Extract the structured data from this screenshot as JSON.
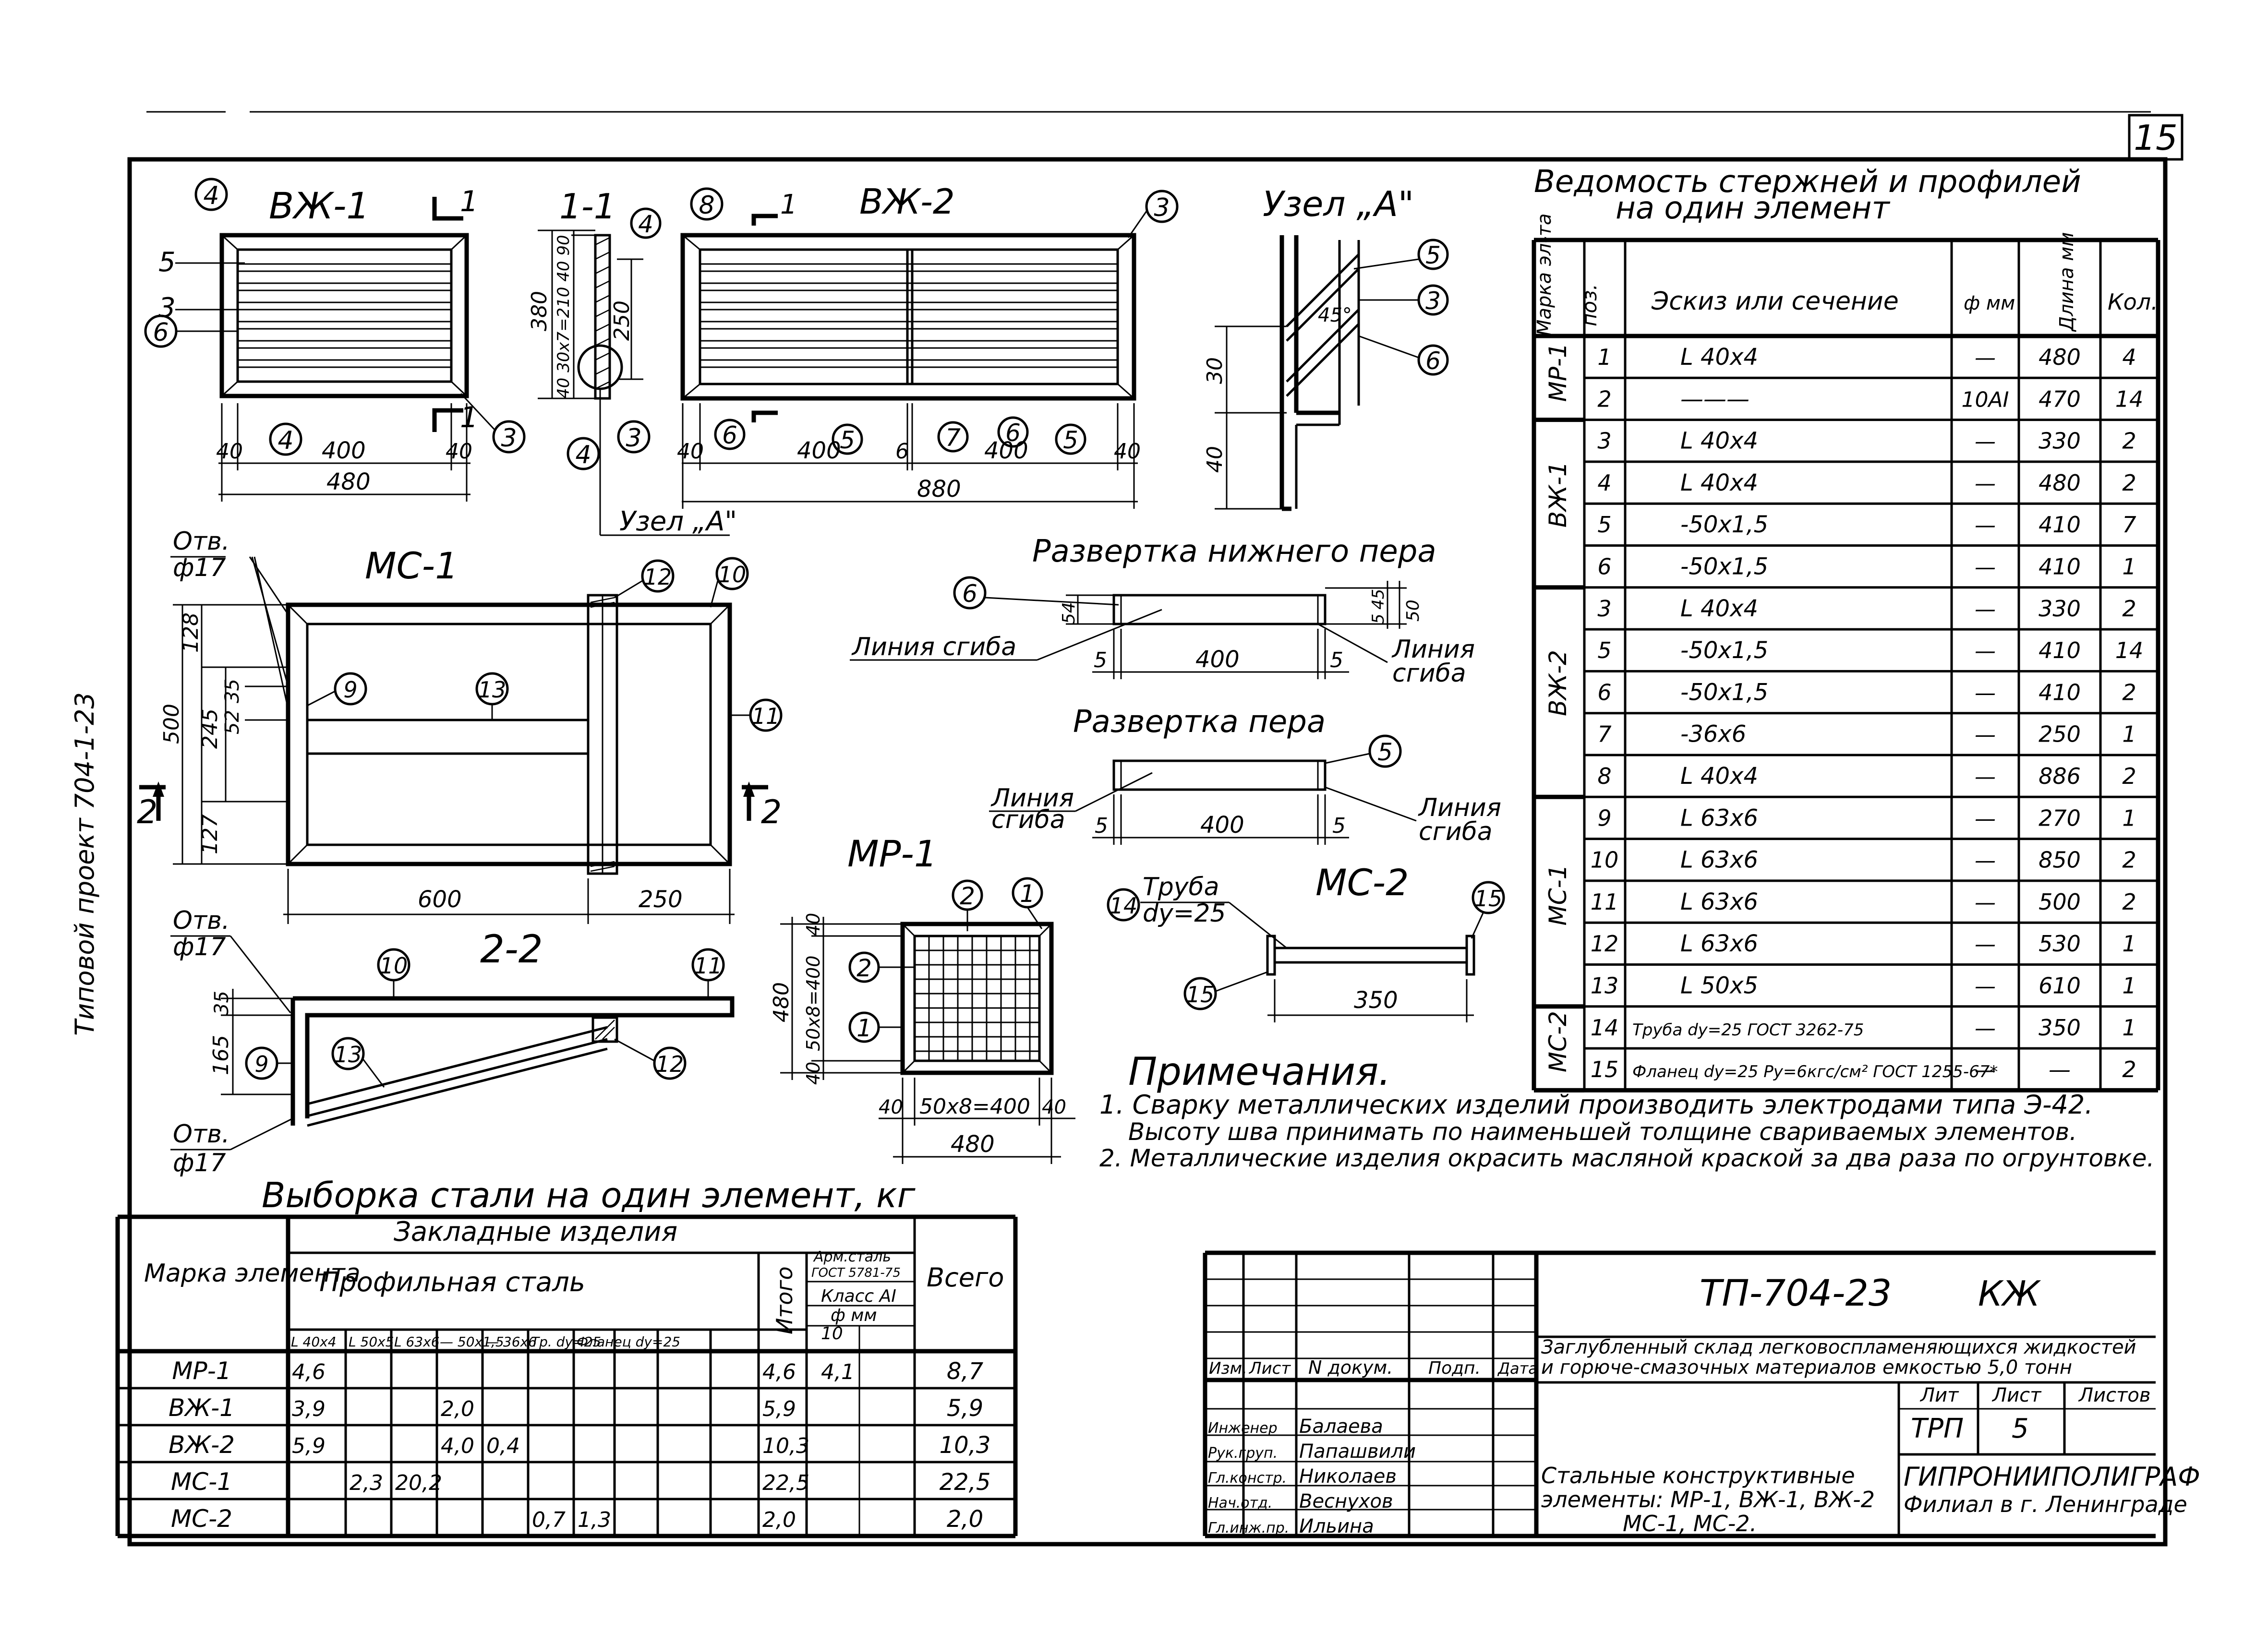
{
  "sheet": {
    "number": "15",
    "side_stamp": "Типовой проект 704-1-23"
  },
  "vzh1": {
    "title": "ВЖ-1",
    "section_mark": "1",
    "dims": {
      "d40a": "40",
      "d400": "400",
      "d40b": "40",
      "d480": "480"
    },
    "callouts": {
      "c4": "4",
      "c5": "5",
      "c3side": "3",
      "c6": "6",
      "c4b": "4",
      "c3": "3"
    }
  },
  "sec11": {
    "title": "1-1",
    "dims": {
      "d380": "380",
      "d40_30x7": "40 30x7=210 40 90",
      "d250": "250"
    },
    "callouts": {
      "c4": "4",
      "c4b": "4",
      "c3": "3"
    },
    "node_label": "Узел „А\""
  },
  "vzh2": {
    "title": "ВЖ-2",
    "section_mark": "1",
    "dims": {
      "d40a": "40",
      "d400a": "400",
      "d6": "6",
      "d400b": "400",
      "d40b": "40",
      "d880": "880"
    },
    "callouts": {
      "c8": "8",
      "c3": "3",
      "c6a": "6",
      "c5a": "5",
      "c7": "7",
      "c6b": "6",
      "c5b": "5"
    }
  },
  "nodeA": {
    "title": "Узел „А\"",
    "dims": {
      "d30": "30",
      "d40": "40",
      "angle": "45°"
    },
    "callouts": {
      "c5": "5",
      "c3": "3",
      "c6": "6"
    }
  },
  "unfold_lower": {
    "title": "Развертка нижнего пера",
    "bend_left": "Линия сгиба",
    "bend_right_1": "Линия",
    "bend_right_2": "сгиба",
    "dims": {
      "d5a": "5",
      "d400": "400",
      "d5b": "5",
      "d45": "45",
      "d5c": "5",
      "d50": "50",
      "d54": "54"
    },
    "callout": "6"
  },
  "unfold_feather": {
    "title": "Развертка пера",
    "bend_left_1": "Линия",
    "bend_left_2": "сгиба",
    "bend_right_1": "Линия",
    "bend_right_2": "сгиба",
    "dims": {
      "d5a": "5",
      "d400": "400",
      "d5b": "5"
    },
    "callout": "5"
  },
  "ms1": {
    "title": "МС-1",
    "hole_1": "Отв.",
    "hole_2": "ф17",
    "dims": {
      "d128": "128",
      "d500": "500",
      "d245": "245",
      "d35": "35",
      "d52": "52",
      "d127": "127",
      "d600": "600",
      "d250": "250"
    },
    "callouts": {
      "c12": "12",
      "c10": "10",
      "c9": "9",
      "c13": "13",
      "c11": "11"
    },
    "cut_left": "2",
    "cut_right": "2"
  },
  "sec22": {
    "title": "2-2",
    "hole_top_1": "Отв.",
    "hole_top_2": "ф17",
    "hole_bot_1": "Отв.",
    "hole_bot_2": "ф17",
    "dims": {
      "d35": "35",
      "d165": "165"
    },
    "callouts": {
      "c10": "10",
      "c11": "11",
      "c9": "9",
      "c13": "13",
      "c12": "12"
    }
  },
  "mr1": {
    "title": "МР-1",
    "dims": {
      "d40a": "40",
      "d480v": "480",
      "d50x8v": "50x8=400",
      "d40b": "40",
      "d40c": "40",
      "d50x8h": "50x8=400",
      "d40d": "40",
      "d480h": "480"
    },
    "callouts": {
      "c2top": "2",
      "c1top": "1",
      "c2": "2",
      "c1": "1"
    }
  },
  "ms2": {
    "title": "МС-2",
    "pipe_1": "Труба",
    "pipe_2": "dу=25",
    "dims": {
      "d350": "350"
    },
    "callouts": {
      "c14": "14",
      "c15a": "15",
      "c15b": "15"
    }
  },
  "notes": {
    "title": "Примечания.",
    "line1": "1. Сварку металлических изделий производить электродами типа Э-42.",
    "line2": "Высоту шва принимать по наименьшей толщине свариваемых элементов.",
    "line3": "2. Металлические изделия окрасить масляной краской за два раза по огрунтовке."
  },
  "bar_schedule": {
    "title_1": "Ведомость стержней и профилей",
    "title_2": "на один элемент",
    "headers": {
      "mark": "Марка эл-та",
      "pos": "поз.",
      "sketch": "Эскиз или сечение",
      "dia": "ф мм",
      "length": "Длина мм",
      "qty": "Кол."
    },
    "groups": [
      {
        "mark": "МР-1",
        "rows": 2
      },
      {
        "mark": "ВЖ-1",
        "rows": 4
      },
      {
        "mark": "ВЖ-2",
        "rows": 5
      },
      {
        "mark": "МС-1",
        "rows": 5
      },
      {
        "mark": "МС-2",
        "rows": 2
      }
    ],
    "rows": [
      {
        "pos": "1",
        "sketch": "L 40x4",
        "dia": "—",
        "length": "480",
        "qty": "4"
      },
      {
        "pos": "2",
        "sketch": "———",
        "dia": "10AI",
        "length": "470",
        "qty": "14"
      },
      {
        "pos": "3",
        "sketch": "L 40x4",
        "dia": "—",
        "length": "330",
        "qty": "2"
      },
      {
        "pos": "4",
        "sketch": "L 40x4",
        "dia": "—",
        "length": "480",
        "qty": "2"
      },
      {
        "pos": "5",
        "sketch": "-50x1,5",
        "dia": "—",
        "length": "410",
        "qty": "7"
      },
      {
        "pos": "6",
        "sketch": "-50x1,5",
        "dia": "—",
        "length": "410",
        "qty": "1"
      },
      {
        "pos": "3",
        "sketch": "L 40x4",
        "dia": "—",
        "length": "330",
        "qty": "2"
      },
      {
        "pos": "5",
        "sketch": "-50x1,5",
        "dia": "—",
        "length": "410",
        "qty": "14"
      },
      {
        "pos": "6",
        "sketch": "-50x1,5",
        "dia": "—",
        "length": "410",
        "qty": "2"
      },
      {
        "pos": "7",
        "sketch": "-36x6",
        "dia": "—",
        "length": "250",
        "qty": "1"
      },
      {
        "pos": "8",
        "sketch": "L 40x4",
        "dia": "—",
        "length": "886",
        "qty": "2"
      },
      {
        "pos": "9",
        "sketch": "L 63x6",
        "dia": "—",
        "length": "270",
        "qty": "1"
      },
      {
        "pos": "10",
        "sketch": "L 63x6",
        "dia": "—",
        "length": "850",
        "qty": "2"
      },
      {
        "pos": "11",
        "sketch": "L 63x6",
        "dia": "—",
        "length": "500",
        "qty": "2"
      },
      {
        "pos": "12",
        "sketch": "L 63x6",
        "dia": "—",
        "length": "530",
        "qty": "1"
      },
      {
        "pos": "13",
        "sketch": "L 50x5",
        "dia": "—",
        "length": "610",
        "qty": "1"
      },
      {
        "pos": "14",
        "sketch": "Труба dу=25 ГОСТ 3262-75",
        "dia": "—",
        "length": "350",
        "qty": "1"
      },
      {
        "pos": "15",
        "sketch": "Фланец dу=25 Ру=6кгс/см² ГОСТ 1255-67*",
        "dia": "—",
        "length": "—",
        "qty": "2"
      }
    ]
  },
  "steel_table": {
    "title": "Выборка стали на один элемент, кг",
    "h_mark": "Марка элемента",
    "h_embedded": "Закладные изделия",
    "h_profile": "Профильная сталь",
    "h_total_col": "Итого",
    "h_rebar_1": "Арм.сталь",
    "h_rebar_2": "ГОСТ 5781-75",
    "h_class": "Класс AI",
    "h_fmm": "ф мм",
    "h_10": "10",
    "h_grand": "Всего",
    "subheads": [
      "L 40x4",
      "L 50x5",
      "L 63x6",
      "— 50x1,5",
      "— 36x6",
      "Тр. dу=25",
      "Фланец dу=25",
      "",
      ""
    ],
    "rows": [
      {
        "mark": "МР-1",
        "c": [
          "4,6",
          "",
          "",
          "",
          "",
          "",
          "",
          "",
          ""
        ],
        "itogo": "4,6",
        "arm": "4,1",
        "total": "8,7"
      },
      {
        "mark": "ВЖ-1",
        "c": [
          "3,9",
          "",
          "",
          "2,0",
          "",
          "",
          "",
          "",
          ""
        ],
        "itogo": "5,9",
        "arm": "",
        "total": "5,9"
      },
      {
        "mark": "ВЖ-2",
        "c": [
          "5,9",
          "",
          "",
          "4,0",
          "0,4",
          "",
          "",
          "",
          ""
        ],
        "itogo": "10,3",
        "arm": "",
        "total": "10,3"
      },
      {
        "mark": "МС-1",
        "c": [
          "",
          "2,3",
          "20,2",
          "",
          "",
          "",
          "",
          "",
          ""
        ],
        "itogo": "22,5",
        "arm": "",
        "total": "22,5"
      },
      {
        "mark": "МС-2",
        "c": [
          "",
          "",
          "",
          "",
          "",
          "0,7",
          "1,3",
          "",
          ""
        ],
        "itogo": "2,0",
        "arm": "",
        "total": "2,0"
      }
    ]
  },
  "title_block": {
    "code": "ТП-704-23",
    "mark": "КЖ",
    "desc_1": "Заглубленный склад легковоспламеняющихся жидкостей",
    "desc_2": "и горюче-смазочных материалов емкостью 5,0 тонн",
    "h_izm": "Изм.",
    "h_list": "Лист",
    "h_doc": "N докум.",
    "h_sign": "Подп.",
    "h_date": "Дата",
    "roles": [
      "Инженер",
      "Рук.груп.",
      "Гл.констр.",
      "Нач.отд.",
      "Гл.инж.пр."
    ],
    "names": [
      "Балаева",
      "Папашвили",
      "Николаев",
      "Веснухов",
      "Ильина"
    ],
    "sheet_title_1": "Стальные конструктивные",
    "sheet_title_2": "элементы: МР-1, ВЖ-1, ВЖ-2",
    "sheet_title_3": "МС-1, МС-2.",
    "h_lit": "Лит",
    "h_sheet": "Лист",
    "h_sheets": "Листов",
    "lit": "ТРП",
    "sheet_no": "5",
    "org_1": "ГИПРОНИИПОЛИГРАФ",
    "org_2": "Филиал в г. Ленинграде"
  }
}
